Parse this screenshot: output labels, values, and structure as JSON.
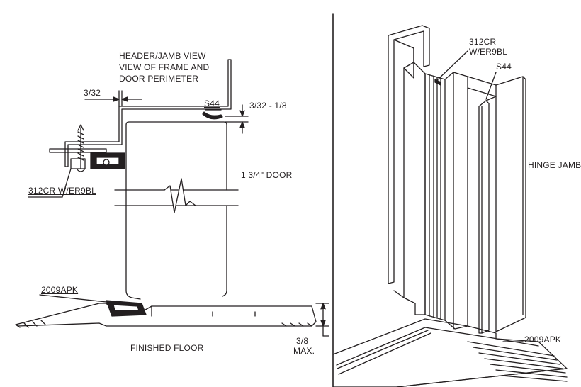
{
  "left_view": {
    "header_jamb_view": "HEADER/JAMB VIEW",
    "view_of_frame": "VIEW OF FRAME AND",
    "door_perimeter": "DOOR PERIMETER",
    "gap_dim": "3/32",
    "s44_label": "S44",
    "gap_range_dim": "3/32 - 1/8",
    "door_label": "1 3/4\" DOOR",
    "seal_label": "312CR W/ER9BL",
    "threshold_label": "2009APK",
    "floor_label": "FINISHED FLOOR",
    "height_dim": "3/8",
    "height_max": "MAX."
  },
  "right_view": {
    "seal_label_line1": "312CR",
    "seal_label_line2": "W/ER9BL",
    "s44_label": "S44",
    "hinge_jamb_label": "HINGE JAMB",
    "threshold_label": "2009APK"
  },
  "colors": {
    "line": "#231f20",
    "seal_fill": "#231f20",
    "background": "#ffffff"
  }
}
